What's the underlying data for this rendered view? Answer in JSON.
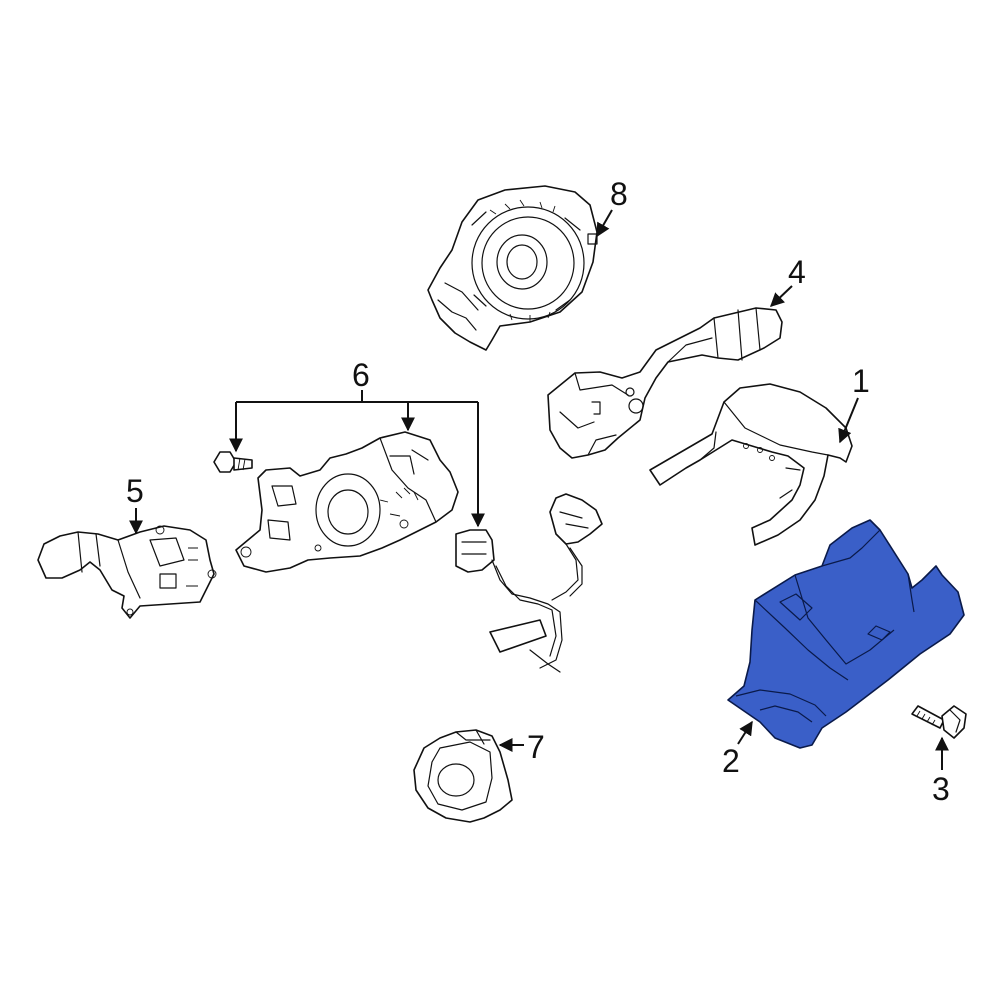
{
  "colors": {
    "highlight_part": "#3a5fc8",
    "line": "#111111",
    "background": "#ffffff"
  },
  "highlighted_part": "2",
  "callouts": [
    {
      "id": "1",
      "label": "1"
    },
    {
      "id": "2",
      "label": "2"
    },
    {
      "id": "3",
      "label": "3"
    },
    {
      "id": "4",
      "label": "4"
    },
    {
      "id": "5",
      "label": "5"
    },
    {
      "id": "6",
      "label": "6"
    },
    {
      "id": "7",
      "label": "7"
    },
    {
      "id": "8",
      "label": "8"
    }
  ]
}
